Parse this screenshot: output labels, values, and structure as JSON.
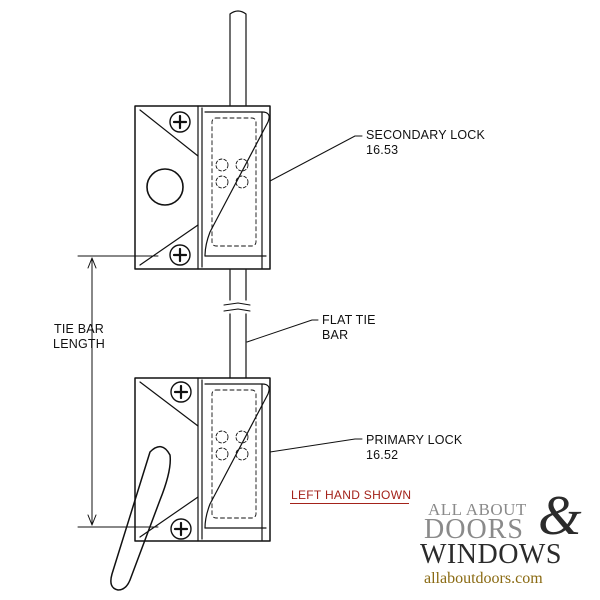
{
  "labels": {
    "secondary_lock": [
      "SECONDARY LOCK",
      "16.53"
    ],
    "flat_tie_bar": [
      "FLAT TIE",
      "BAR"
    ],
    "primary_lock": [
      "PRIMARY LOCK",
      "16.52"
    ],
    "tie_bar_length": [
      "TIE BAR",
      "LENGTH"
    ]
  },
  "note": "LEFT HAND SHOWN",
  "logo": {
    "line1": "ALL ABOUT",
    "amp": "&",
    "line2": "DOORS",
    "line3": "WINDOWS",
    "url": "allaboutdoors.com"
  },
  "colors": {
    "line": "#111111",
    "note": "#a3221a",
    "logo_gray": "#8a8a8a",
    "logo_dark": "#2b2b2b"
  }
}
